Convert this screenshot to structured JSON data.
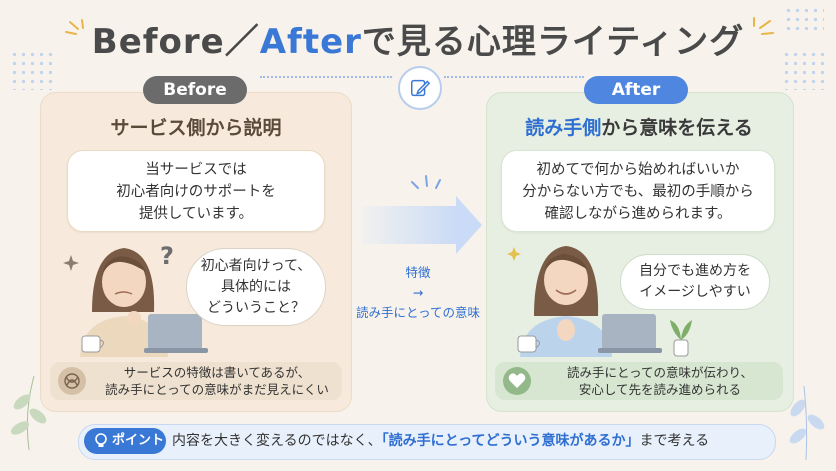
{
  "title": {
    "before": "Before",
    "slash": "／",
    "after": "After",
    "rest": "で見る心理ライティング"
  },
  "before": {
    "pill": "Before",
    "heading": "サービス側から説明",
    "statement": [
      "当サービスでは",
      "初心者向けのサポートを",
      "提供しています。"
    ],
    "thought": [
      "初心者向けって、",
      "具体的には",
      "どういうこと？"
    ],
    "note": [
      "サービスの特徴は書いてあるが、",
      "読み手にとっての意味がまだ見えにくい"
    ]
  },
  "after": {
    "pill": "After",
    "heading_blue": "読み手側",
    "heading_rest": "から意味を伝える",
    "statement": [
      "初めてで何から始めればいいか",
      "分からない方でも、最初の手順から",
      "確認しながら進められます。"
    ],
    "thought": [
      "自分でも進め方を",
      "イメージしやすい"
    ],
    "note": [
      "読み手にとっての意味が伝わり、",
      "安心して先を読み進められる"
    ]
  },
  "middle": {
    "line1": "特徴",
    "line2": "→",
    "line3": "読み手にとっての意味"
  },
  "point": {
    "label": "ポイント",
    "text_before": "内容を大きく変えるのではなく、",
    "text_emphasis": "「読み手にとってどういう意味があるか」",
    "text_after": "まで考える"
  },
  "colors": {
    "accent": "#3a78d6",
    "before_bg": "#f7eadc",
    "after_bg": "#e6efe2"
  },
  "icons": [
    "pen-icon",
    "question-mark-icon",
    "sparkle-icon",
    "tangle-icon",
    "heart-icon",
    "lightbulb-icon",
    "plant-icon",
    "laptop-icon",
    "mug-icon"
  ]
}
